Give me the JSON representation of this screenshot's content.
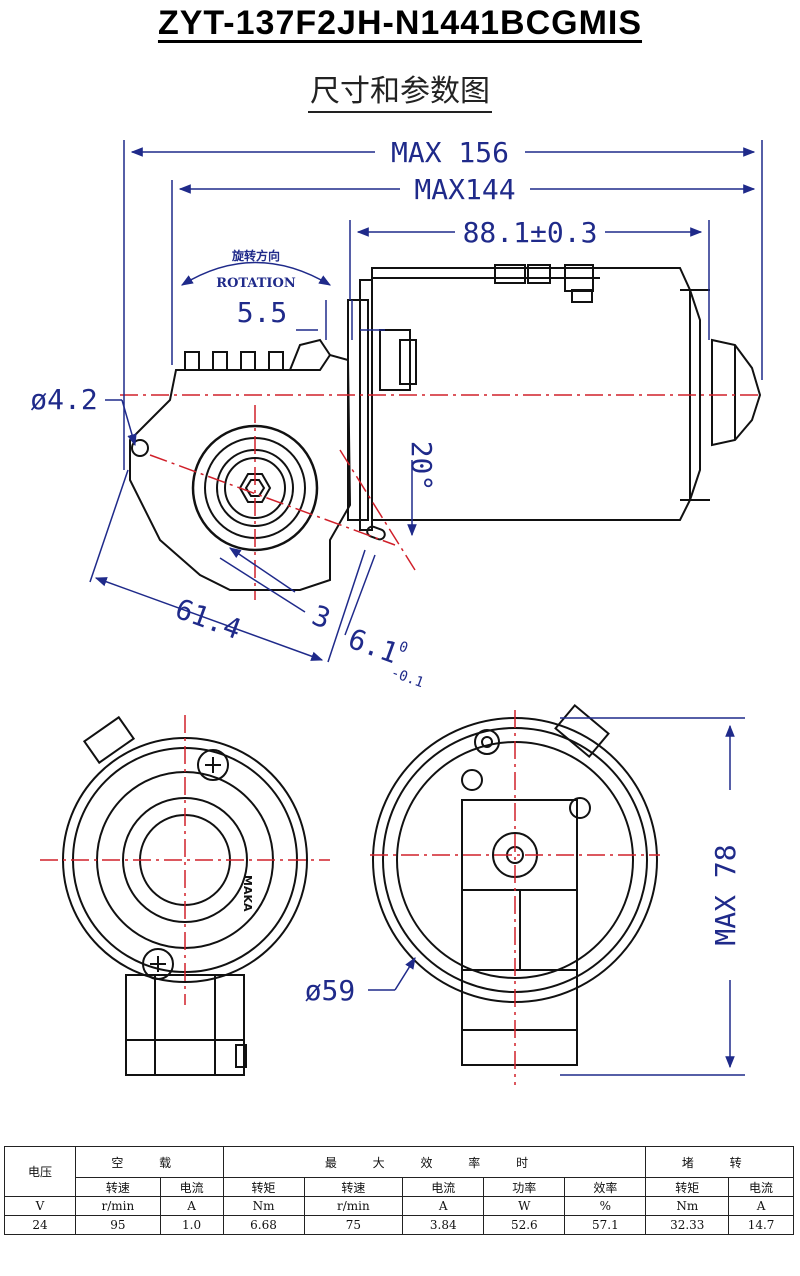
{
  "title": "ZYT-137F2JH-N1441BCGMIS",
  "subtitle": "尺寸和参数图",
  "labels": {
    "rotation_cn": "旋转方向",
    "rotation_en": "ROTATION",
    "brand_mark": "MAKA"
  },
  "dimensions": {
    "max_156": "MAX 156",
    "max_144": "MAX144",
    "d_88": "88.1±0.3",
    "d_5_5": "5.5",
    "d_hole": "ø4.2",
    "angle": "20°",
    "d_61_4": "61.4",
    "d_3": "3",
    "d_6_1": "6.1",
    "tol_upper": "0",
    "tol_lower": "-0.1",
    "dia_59": "ø59",
    "max_78": "MAX 78"
  },
  "table": {
    "col_voltage": "电压",
    "group_no_load": "空 载",
    "group_max_eff": "最 大 效 率 时",
    "group_stall": "堵 转",
    "sub_headers": [
      "转速",
      "电流",
      "转矩",
      "转速",
      "电流",
      "功率",
      "效率",
      "转矩",
      "电流"
    ],
    "units": [
      "V",
      "r/min",
      "A",
      "Nm",
      "r/min",
      "A",
      "W",
      "%",
      "Nm",
      "A"
    ],
    "row": [
      "24",
      "95",
      "1.0",
      "6.68",
      "75",
      "3.84",
      "52.6",
      "57.1",
      "32.33",
      "14.7"
    ]
  },
  "colors": {
    "dimension_blue": "#1f2a8a",
    "centerline_red": "#d0202a",
    "drawing_black": "#111111"
  }
}
